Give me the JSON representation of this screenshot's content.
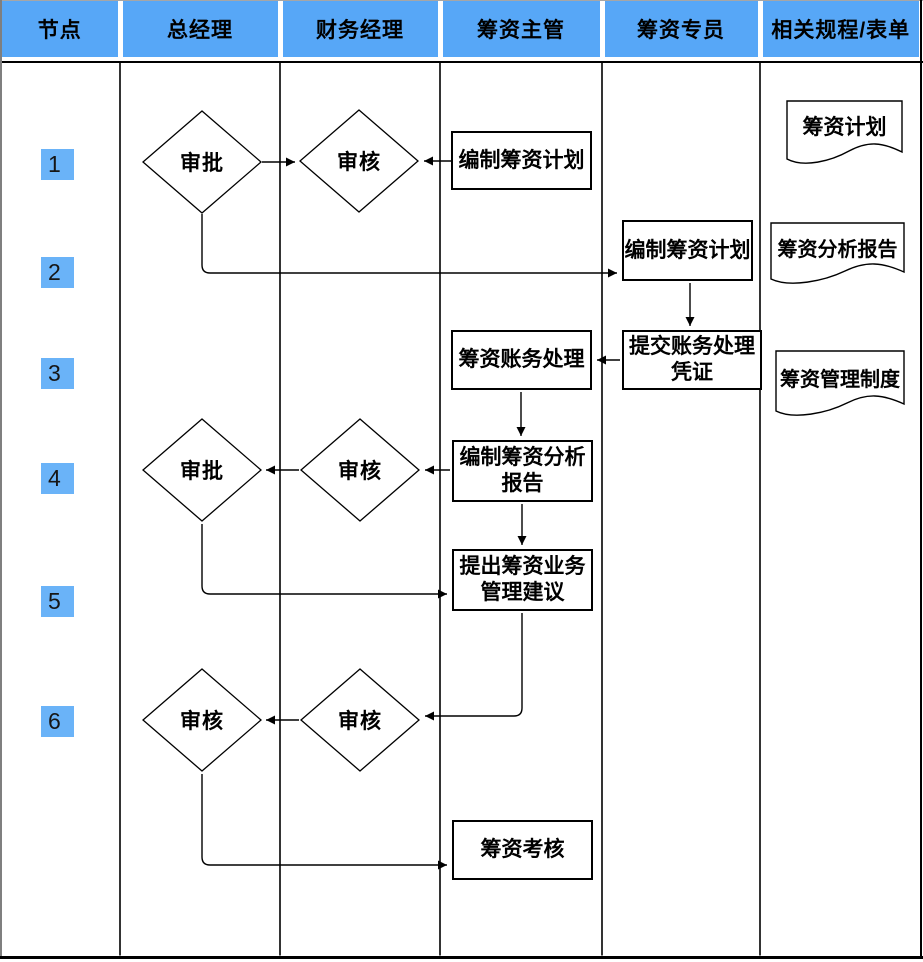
{
  "header": {
    "columns": [
      "节点",
      "总经理",
      "财务经理",
      "筹资主管",
      "筹资专员",
      "相关规程/表单"
    ]
  },
  "node_numbers": [
    "1",
    "2",
    "3",
    "4",
    "5",
    "6"
  ],
  "shapes": {
    "r1_approve": "审批",
    "r1_review": "审核",
    "r1_make_plan": "编制筹资计划",
    "r2_make_plan": "编制筹资计划",
    "r3_accounting": "筹资账务处理",
    "r3_submit_voucher": "提交账务处理\n凭证",
    "r4_analysis_report": "编制筹资分析\n报告",
    "r4_review": "审核",
    "r4_approve": "审批",
    "r5_suggestion": "提出筹资业务\n管理建议",
    "r6_review_gm": "审核",
    "r6_review_fm": "审核",
    "r7_assessment": "筹资考核"
  },
  "documents": [
    "筹资计划",
    "筹资分析报告",
    "筹资管理制度"
  ],
  "colors": {
    "header_bg": "#57a7f7",
    "chip_bg": "#6ab3f8",
    "line": "#000000",
    "outer_left": "#7f7f7f"
  }
}
